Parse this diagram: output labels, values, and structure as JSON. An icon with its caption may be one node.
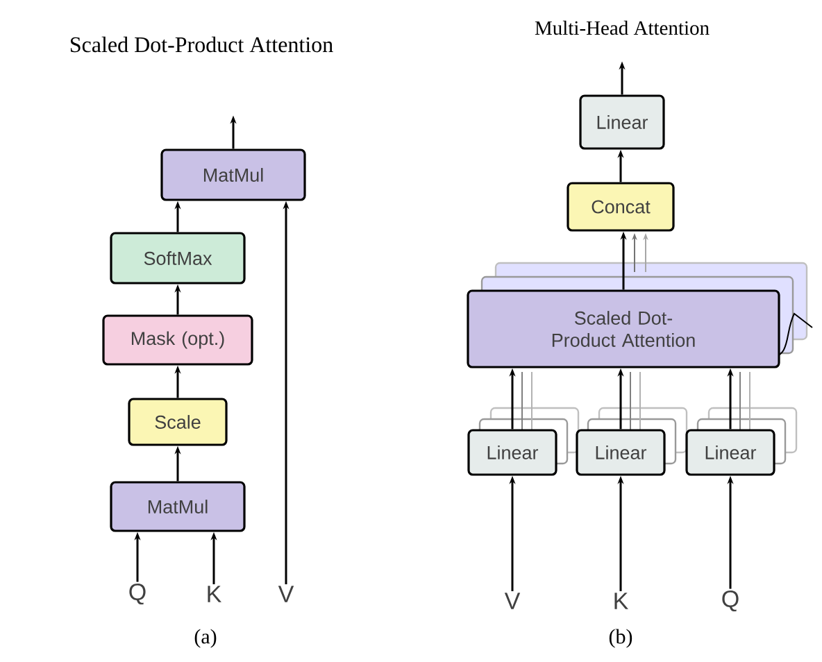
{
  "diagram": {
    "nodes": [
      {
        "text": [
          "MatMul"
        ]
      },
      {
        "text": [
          "SoftMax"
        ]
      },
      {
        "text": [
          "Mask (opt.)"
        ]
      },
      {
        "text": [
          "Scale"
        ]
      },
      {
        "text": [
          "MatMul"
        ]
      },
      {
        "text": [
          "Q"
        ]
      },
      {
        "text": [
          "K"
        ]
      },
      {
        "text": [
          "V"
        ]
      },
      {
        "text": [
          "Linear"
        ]
      },
      {
        "text": [
          "Concat"
        ]
      },
      {
        "text": [
          "Scaled Dot-Product Attention"
        ]
      },
      {
        "text": [
          "Linear"
        ]
      },
      {
        "text": [
          "Linear"
        ]
      },
      {
        "text": [
          "Linear"
        ]
      },
      {
        "text": [
          "V"
        ]
      },
      {
        "text": [
          "K"
        ]
      },
      {
        "text": [
          "Q"
        ]
      }
    ],
    "edges": [
      {
        "from": 0,
        "to": null,
        "arrow": "to"
      },
      {
        "from": 1,
        "to": 0,
        "arrow": "to"
      },
      {
        "from": 2,
        "to": 1,
        "arrow": "to"
      },
      {
        "from": 3,
        "to": 2,
        "arrow": "to"
      },
      {
        "from": 4,
        "to": 3,
        "arrow": "to"
      },
      {
        "from": 5,
        "to": 4,
        "arrow": "to"
      },
      {
        "from": 6,
        "to": 4,
        "arrow": "to"
      },
      {
        "from": 7,
        "to": 0,
        "arrow": "to"
      },
      {
        "from": 8,
        "to": null,
        "arrow": "to"
      },
      {
        "from": 9,
        "to": 8,
        "arrow": "to"
      },
      {
        "from": 10,
        "to": 9,
        "arrow": "to"
      },
      {
        "from": 11,
        "to": 10,
        "arrow": "to"
      },
      {
        "from": 12,
        "to": 10,
        "arrow": "to"
      },
      {
        "from": 13,
        "to": 10,
        "arrow": "to"
      },
      {
        "from": 14,
        "to": 11,
        "arrow": "to"
      },
      {
        "from": 15,
        "to": 12,
        "arrow": "to"
      },
      {
        "from": 16,
        "to": 13,
        "arrow": "to"
      }
    ],
    "labels": [
      "Scaled Dot-Product Attention",
      "Multi-Head Attention",
      "(a)",
      "(b)"
    ]
  }
}
